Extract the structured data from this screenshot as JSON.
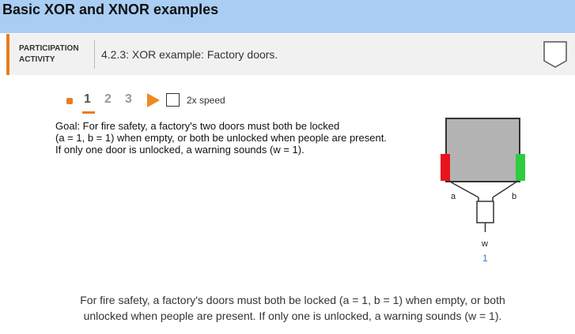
{
  "header": {
    "title": "Basic XOR and XNOR examples"
  },
  "activity": {
    "type_label": "PARTICIPATION\nACTIVITY",
    "title": "4.2.3: XOR example: Factory doors."
  },
  "controls": {
    "steps": [
      "1",
      "2",
      "3"
    ],
    "current_step": 1,
    "speed_label": "2x speed",
    "speed_checked": false
  },
  "goal_text": "Goal: For fire safety, a factory's two doors must both be locked\n(a = 1, b = 1) when empty, or both be unlocked when people are present.\nIf only one door is unlocked, a warning sounds (w = 1).",
  "diagram": {
    "door_a_label": "a",
    "door_b_label": "b",
    "output_label": "w",
    "output_value": "1",
    "door_a_color": "#e8141c",
    "door_b_color": "#2ecc40",
    "room_color": "#b3b3b3",
    "output_value_color": "#3a7bd5"
  },
  "caption": "For fire safety, a factory's doors must both be locked  (a = 1, b = 1) when empty, or both\nunlocked when people are present. If only one is unlocked, a warning sounds (w = 1)."
}
